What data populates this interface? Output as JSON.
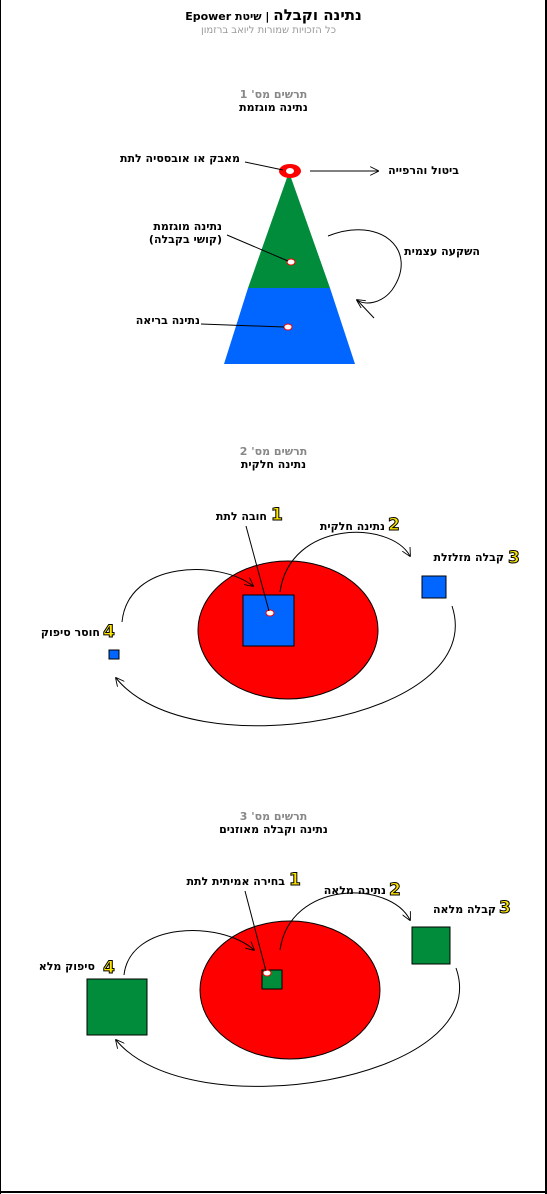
{
  "header": {
    "title": "נתינה וקבלה",
    "separator": " | ",
    "brand": "שיטת Epower",
    "copyright": "כל הזכויות שמורות ליואב ברזמון"
  },
  "diagram1": {
    "number": "תרשים מס' 1",
    "title": "נתינה מוגזמת",
    "label_top": "מאבק או אובססיה לתת",
    "label_right": "ביטול והרפייה",
    "label_mid_1": "נתינה מוגזמת",
    "label_mid_2": "(קושי בקבלה)",
    "label_cycle": "השקעה עצמית",
    "label_bottom": "נתינה בריאה"
  },
  "diagram2": {
    "number": "תרשים מס' 2",
    "title": "נתינה חלקית",
    "step1_num": "1",
    "step1_label": "חובה לתת",
    "step2_num": "2",
    "step2_label": "נתינה חלקית",
    "step3_num": "3",
    "step3_label": "קבלה מזלזלת",
    "step4_num": "4",
    "step4_label": "חוסר סיפוק"
  },
  "diagram3": {
    "number": "תרשים מס' 3",
    "title": "נתינה וקבלה מאוזנים",
    "step1_num": "1",
    "step1_label": "בחירה אמיתית לתת",
    "step2_num": "2",
    "step2_label": "נתינה מלאה",
    "step3_num": "3",
    "step3_label": "קבלה מלאה",
    "step4_num": "4",
    "step4_label": "סיפוק מלא"
  },
  "colors": {
    "red": "#ff0000",
    "green": "#008c3a",
    "blue": "#0066ff",
    "step_yellow": "#ffe600"
  }
}
